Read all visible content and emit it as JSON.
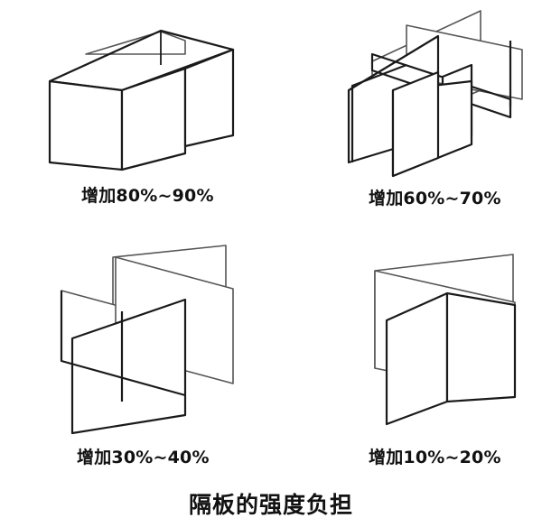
{
  "figure": {
    "title": "隔板的强度负担",
    "panels": [
      {
        "caption": "增加80%~90%",
        "shape": "box-with-panel"
      },
      {
        "caption": "增加60%~70%",
        "shape": "grid-3x2-dividers"
      },
      {
        "caption": "增加30%~40%",
        "shape": "grid-2x2-dividers"
      },
      {
        "caption": "增加10%~20%",
        "shape": "single-cross-divider"
      }
    ]
  }
}
